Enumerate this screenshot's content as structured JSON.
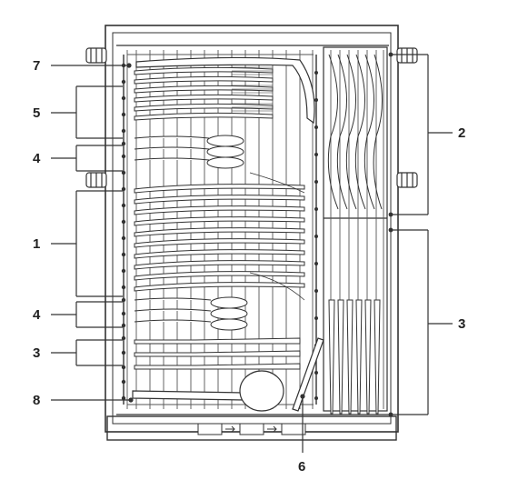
{
  "callouts": {
    "c1": "1",
    "c2": "2",
    "c3_left": "3",
    "c3_right": "3",
    "c4_top": "4",
    "c4_bottom": "4",
    "c5": "5",
    "c6": "6",
    "c7": "7",
    "c8": "8"
  },
  "colors": {
    "line": "#333333",
    "fill": "#ffffff"
  }
}
